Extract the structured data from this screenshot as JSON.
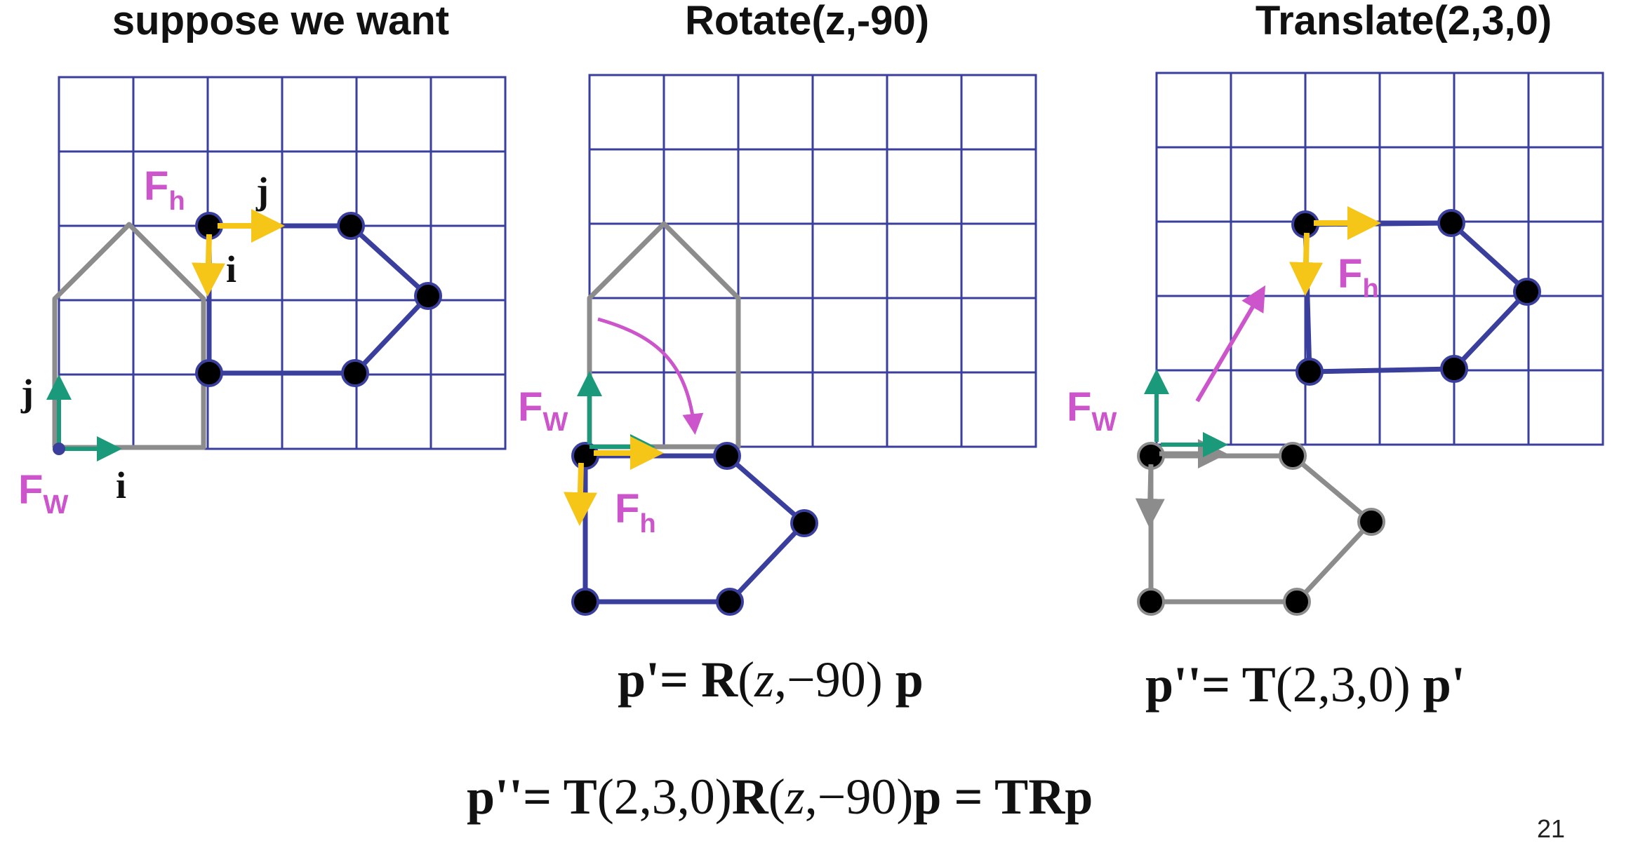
{
  "titles": {
    "left": "suppose we want",
    "middle": "Rotate(z,-90)",
    "right": "Translate(2,3,0)"
  },
  "labels": {
    "frame_world": "F",
    "frame_world_sub": "W",
    "frame_house": "F",
    "frame_house_sub": "h",
    "axis_i": "i",
    "axis_j": "j"
  },
  "equations": {
    "eq1": {
      "lhs": "p'",
      "eq": "= ",
      "R": "R",
      "lp": "(",
      "z": "z",
      "args": ",−90",
      "rp": ")",
      "p": " p"
    },
    "eq2": {
      "lhs": "p''",
      "eq": "= ",
      "T": "T",
      "args": "(2,3,0)",
      "p": " p'"
    },
    "eq3": {
      "lhs": "p''",
      "eq": "= ",
      "T": "T",
      "targs": "(2,3,0)",
      "R": "R",
      "lp": "(",
      "z": "z",
      "rargs": ",−90)",
      "p": "p",
      "eq2": " = ",
      "TRp": "TRp"
    }
  },
  "page_number": "21",
  "colors": {
    "grid": "#3a3f9e",
    "house": "#8c8c8c",
    "shape": "#3a3f9e",
    "frame_h_axis": "#f5c518",
    "frame_w_axis": "#1a9a7a",
    "frame_label": "#cc55cc",
    "motion_arrow": "#cc55cc"
  }
}
